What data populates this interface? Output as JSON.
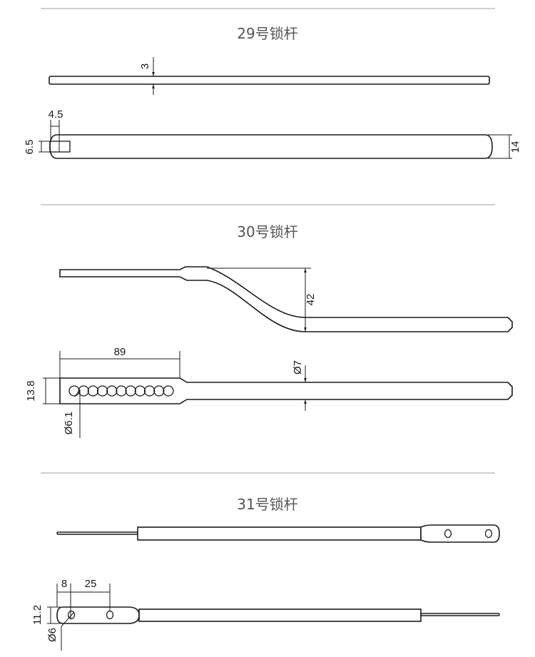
{
  "sections": [
    {
      "title": "29号锁杆",
      "dims": {
        "thickness": "3",
        "slot_width": "4.5",
        "slot_height": "6.5",
        "width": "14"
      }
    },
    {
      "title": "30号锁杆",
      "dims": {
        "offset": "42",
        "handle_length": "89",
        "handle_width": "13.8",
        "rod_diameter": "Ø7",
        "hole_diameter": "Ø6.1"
      }
    },
    {
      "title": "31号锁杆",
      "dims": {
        "edge_to_hole": "8",
        "hole_spacing": "25",
        "tab_width": "11.2",
        "hole_diameter": "Ø6"
      }
    }
  ]
}
